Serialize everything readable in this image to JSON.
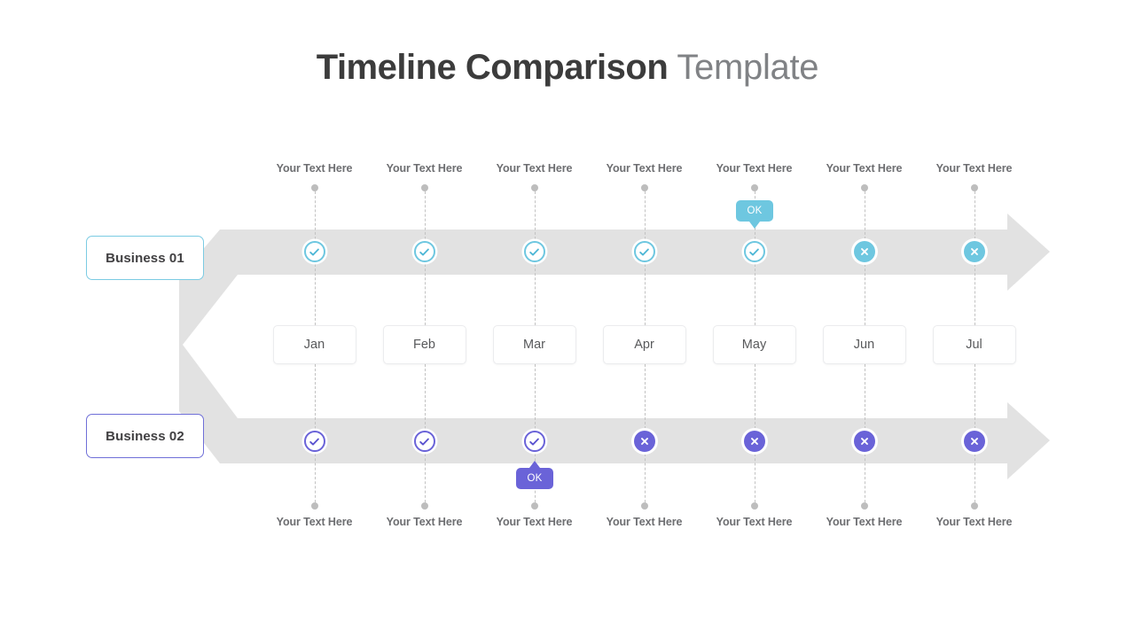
{
  "title": {
    "strong": "Timeline Comparison",
    "light": " Template"
  },
  "colors": {
    "band": "#e2e2e2",
    "row1_accent": "#6ec7e0",
    "row2_accent": "#6a63d8",
    "caption": "#6d6e71",
    "dot": "#bdbdbd",
    "dash": "#c2c2c2"
  },
  "rows": [
    {
      "label": "Business 01",
      "accent": "#6ec7e0",
      "markers": [
        "check",
        "check",
        "check",
        "check",
        "check",
        "cross",
        "cross"
      ],
      "tooltip": {
        "text": "OK",
        "at_month": "May"
      }
    },
    {
      "label": "Business 02",
      "accent": "#6a63d8",
      "markers": [
        "check",
        "check",
        "check",
        "cross",
        "cross",
        "cross",
        "cross"
      ],
      "tooltip": {
        "text": "OK",
        "at_month": "Mar"
      }
    }
  ],
  "months": [
    "Jan",
    "Feb",
    "Mar",
    "Apr",
    "May",
    "Jun",
    "Jul"
  ],
  "top_captions": [
    "Your Text Here",
    "Your Text Here",
    "Your Text Here",
    "Your Text Here",
    "Your Text Here",
    "Your Text Here",
    "Your Text Here"
  ],
  "bottom_captions": [
    "Your Text Here",
    "Your Text Here",
    "Your Text Here",
    "Your Text Here",
    "Your Text Here",
    "Your Text Here",
    "Your Text Here"
  ],
  "icons": {
    "check": "check-circle-icon",
    "cross": "cross-circle-icon",
    "node": "timeline-node-dot-icon"
  }
}
